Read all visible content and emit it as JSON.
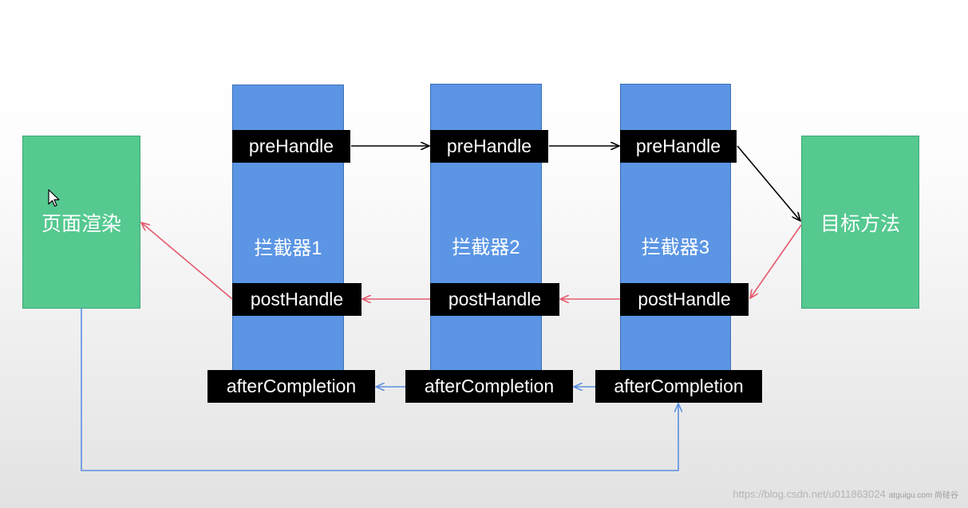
{
  "page_render": {
    "left_box": "页面渲染",
    "right_box": "目标方法"
  },
  "interceptors": [
    {
      "label": "拦截器1",
      "pre": "preHandle",
      "post": "postHandle",
      "after": "afterCompletion"
    },
    {
      "label": "拦截器2",
      "pre": "preHandle",
      "post": "postHandle",
      "after": "afterCompletion"
    },
    {
      "label": "拦截器3",
      "pre": "preHandle",
      "post": "postHandle",
      "after": "afterCompletion"
    }
  ],
  "watermark": {
    "text": "https://blog.csdn.net/u011863024",
    "sub": "atguigu.com 尚硅谷"
  },
  "colors": {
    "green_box": "#55c990",
    "blue_column": "#5b95e4",
    "tag_bg": "#000000",
    "pre_arrow": "#000000",
    "post_arrow": "#e35a6e",
    "after_arrow": "#5b8fe0"
  },
  "icons": {
    "cursor": "mouse-cursor-icon"
  }
}
